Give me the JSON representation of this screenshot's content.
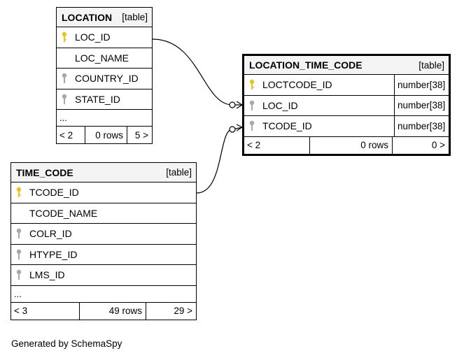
{
  "tables": {
    "location": {
      "name": "LOCATION",
      "type": "[table]",
      "columns": [
        {
          "name": "LOC_ID",
          "key": "primary"
        },
        {
          "name": "LOC_NAME",
          "key": "none"
        },
        {
          "name": "COUNTRY_ID",
          "key": "foreign"
        },
        {
          "name": "STATE_ID",
          "key": "foreign"
        }
      ],
      "more": "...",
      "footer": {
        "parents": "< 2",
        "rows": "0 rows",
        "children": "5 >"
      }
    },
    "location_time_code": {
      "name": "LOCATION_TIME_CODE",
      "type": "[table]",
      "columns": [
        {
          "name": "LOCTCODE_ID",
          "key": "primary",
          "datatype": "number[38]"
        },
        {
          "name": "LOC_ID",
          "key": "foreign",
          "datatype": "number[38]"
        },
        {
          "name": "TCODE_ID",
          "key": "foreign",
          "datatype": "number[38]"
        }
      ],
      "footer": {
        "parents": "< 2",
        "rows": "0 rows",
        "children": "0 >"
      }
    },
    "time_code": {
      "name": "TIME_CODE",
      "type": "[table]",
      "columns": [
        {
          "name": "TCODE_ID",
          "key": "primary"
        },
        {
          "name": "TCODE_NAME",
          "key": "none"
        },
        {
          "name": "COLR_ID",
          "key": "foreign"
        },
        {
          "name": "HTYPE_ID",
          "key": "foreign"
        },
        {
          "name": "LMS_ID",
          "key": "foreign"
        }
      ],
      "more": "...",
      "footer": {
        "parents": "< 3",
        "rows": "49 rows",
        "children": "29 >"
      }
    }
  },
  "relationships": [
    {
      "from": "LOCATION_TIME_CODE.LOC_ID",
      "to": "LOCATION.LOC_ID"
    },
    {
      "from": "LOCATION_TIME_CODE.TCODE_ID",
      "to": "TIME_CODE.TCODE_ID"
    }
  ],
  "colors": {
    "primary_key": "#e6c619",
    "foreign_key": "#a8a8a8",
    "header_bg": "#f4f4f4"
  },
  "credit": "Generated by SchemaSpy"
}
